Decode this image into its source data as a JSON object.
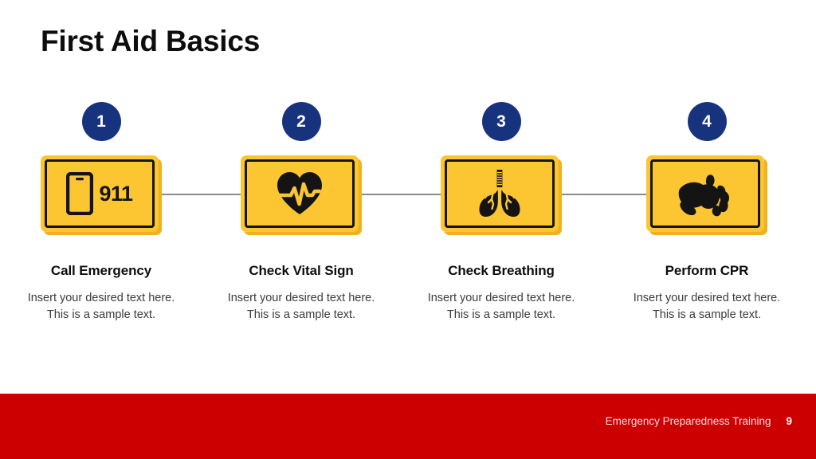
{
  "slide": {
    "title": "First Aid Basics",
    "background_color": "#FFFFFF",
    "accent_navy": "#18337E",
    "accent_yellow": "#FBC632",
    "accent_red": "#CC0000"
  },
  "steps": [
    {
      "number": "1",
      "icon": "mobile-phone-911-icon",
      "icon_text": "911",
      "title": "Call Emergency",
      "description": "Insert your desired text here. This is a sample text."
    },
    {
      "number": "2",
      "icon": "heart-pulse-icon",
      "icon_text": "",
      "title": "Check Vital Sign",
      "description": "Insert your desired text here. This is a sample text."
    },
    {
      "number": "3",
      "icon": "lungs-icon",
      "icon_text": "",
      "title": "Check Breathing",
      "description": "Insert your desired text here. This is a sample text."
    },
    {
      "number": "4",
      "icon": "cpr-hands-icon",
      "icon_text": "",
      "title": "Perform CPR",
      "description": "Insert your desired text here. This is a sample text."
    }
  ],
  "footer": {
    "text": "Emergency Preparedness Training",
    "page_number": "9"
  }
}
